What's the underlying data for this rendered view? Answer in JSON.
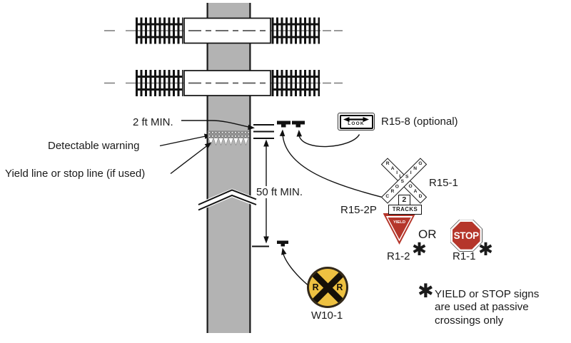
{
  "labels": {
    "two_ft": "2 ft MIN.",
    "detectable_warning": "Detectable warning",
    "yield_or_stop_line": "Yield line or stop line (if used)",
    "fifty_ft": "50 ft MIN."
  },
  "signs": {
    "look": {
      "text": "LOOK",
      "label": "R15-8 (optional)"
    },
    "crossbuck": {
      "word_descending": "RAILROAD",
      "word_ascending": "CROSSING",
      "label": "R15-1"
    },
    "tracks_plaque": {
      "number": "2",
      "text": "TRACKS",
      "label": "R15-2P"
    },
    "yield": {
      "text": "YIELD",
      "label": "R1-2"
    },
    "or_text": "OR",
    "stop": {
      "text": "STOP",
      "label": "R1-1"
    },
    "advance_warning": {
      "letter_left": "R",
      "letter_right": "R",
      "label": "W10-1"
    }
  },
  "markers": {
    "asterisk": "✱"
  },
  "note": {
    "lines": [
      "YIELD or STOP signs",
      "are used at passive",
      "crossings only"
    ]
  },
  "colors": {
    "sign_red": "#b5362b",
    "sign_yellow": "#eec141",
    "pathway_gray": "#b3b3b3",
    "line_black": "#1a1a1a"
  }
}
